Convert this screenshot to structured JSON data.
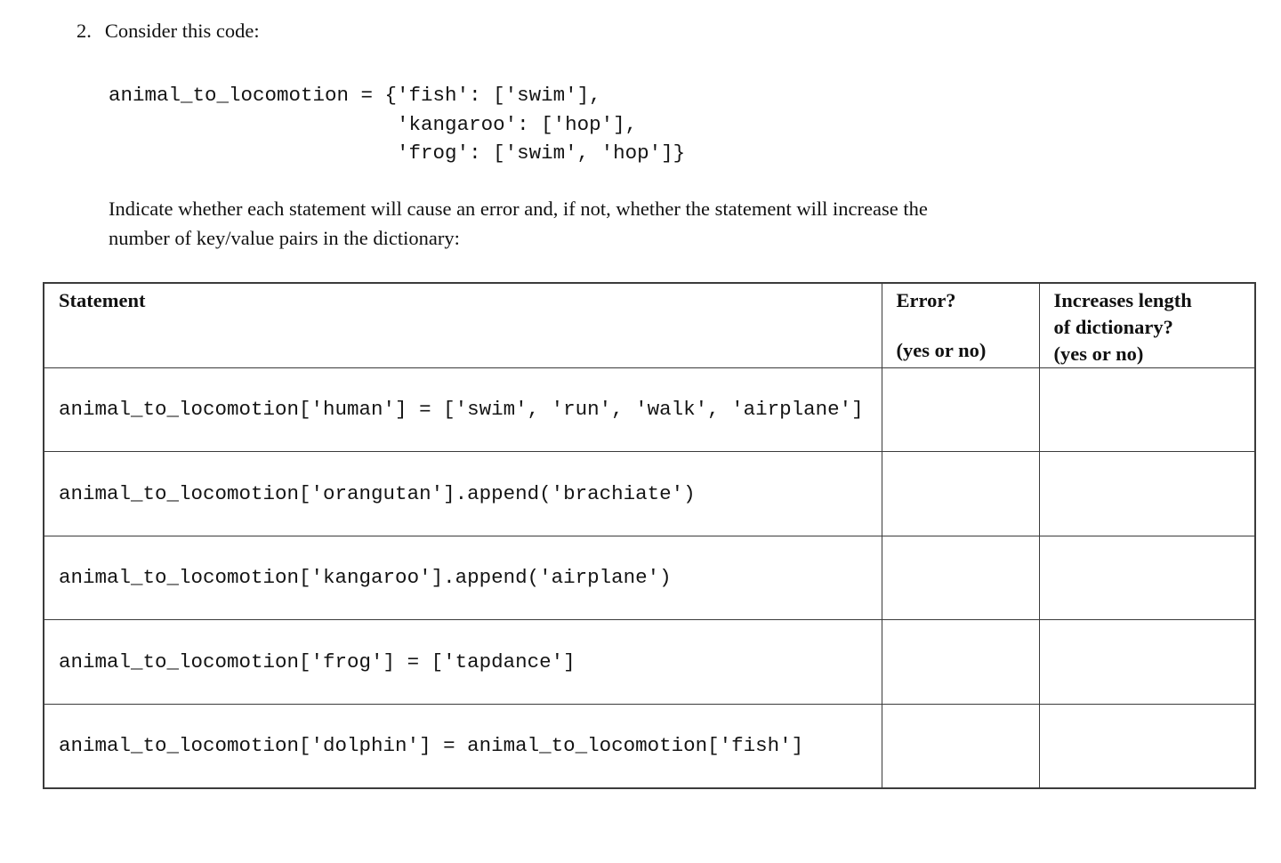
{
  "document": {
    "question_number": "2.",
    "question_intro": "Consider this code:",
    "code_block": "animal_to_locomotion = {'fish': ['swim'],\n                        'kangaroo': ['hop'],\n                        'frog': ['swim', 'hop']}",
    "instructions": "Indicate whether each statement will cause an error and, if not, whether the statement will increase the\nnumber of key/value pairs in the dictionary:"
  },
  "table": {
    "headers": {
      "statement": "Statement",
      "error_title": "Error?",
      "error_subtitle": "(yes or no)",
      "increases_title_line1": "Increases length",
      "increases_title_line2": "of dictionary?",
      "increases_subtitle": "(yes or no)"
    },
    "rows": [
      {
        "statement": "animal_to_locomotion['human'] = ['swim', 'run', 'walk', 'airplane']",
        "error_answer": "",
        "increases_answer": ""
      },
      {
        "statement": "animal_to_locomotion['orangutan'].append('brachiate')",
        "error_answer": "",
        "increases_answer": ""
      },
      {
        "statement": "animal_to_locomotion['kangaroo'].append('airplane')",
        "error_answer": "",
        "increases_answer": ""
      },
      {
        "statement": "animal_to_locomotion['frog'] = ['tapdance']",
        "error_answer": "",
        "increases_answer": ""
      },
      {
        "statement": "animal_to_locomotion['dolphin'] = animal_to_locomotion['fish']",
        "error_answer": "",
        "increases_answer": ""
      }
    ]
  },
  "colors": {
    "background": "#ffffff",
    "text": "#111111",
    "table_border": "#3b3b3b"
  }
}
